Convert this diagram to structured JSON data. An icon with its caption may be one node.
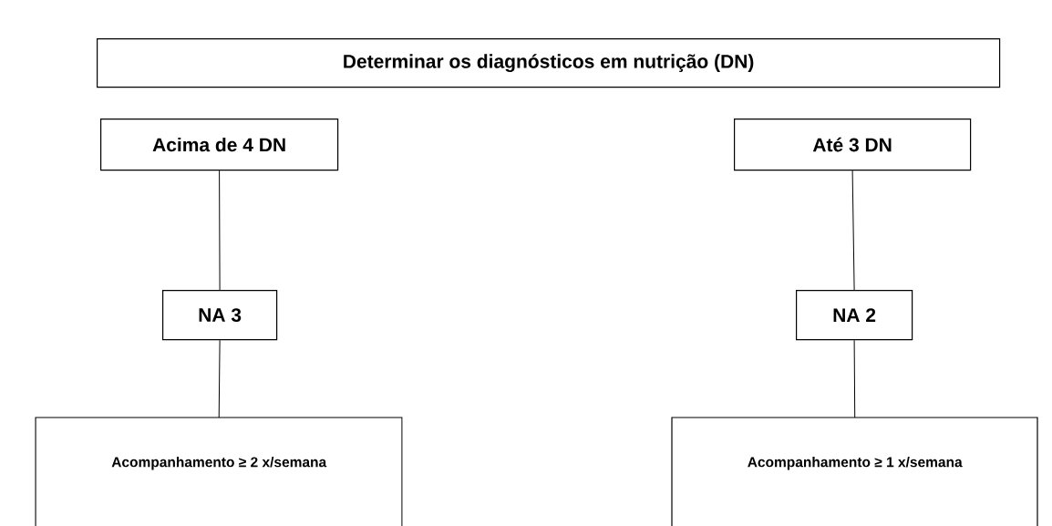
{
  "diagram": {
    "nodes": [
      {
        "text": [
          "Determinar os diagnósticos em nutrição (DN)"
        ]
      },
      {
        "text": [
          "Acima de 4 DN"
        ]
      },
      {
        "text": [
          "Até 3 DN"
        ]
      },
      {
        "text": [
          "NA 3"
        ]
      },
      {
        "text": [
          "NA 2"
        ]
      },
      {
        "text": [
          "Acompanhamento ≥ 2 x/semana"
        ]
      },
      {
        "text": [
          "Acompanhamento ≥ 1 x/semana"
        ]
      }
    ],
    "edges": [
      {
        "from": 1,
        "to": 3,
        "arrow": "none"
      },
      {
        "from": 3,
        "to": 5,
        "arrow": "none"
      },
      {
        "from": 2,
        "to": 4,
        "arrow": "none"
      },
      {
        "from": 4,
        "to": 6,
        "arrow": "none"
      }
    ]
  }
}
